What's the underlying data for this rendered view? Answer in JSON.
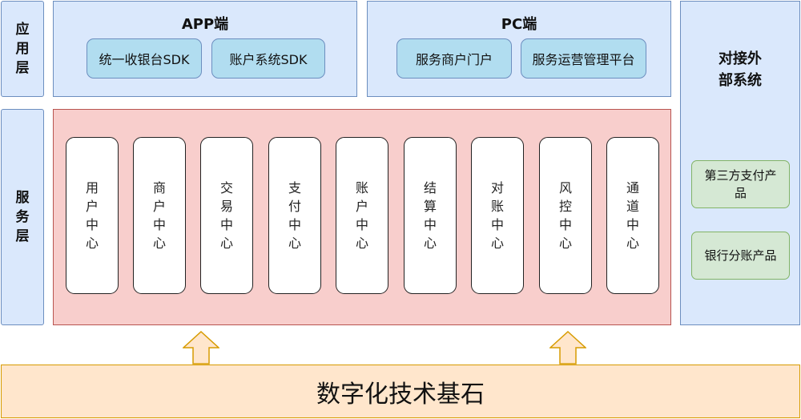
{
  "layers": {
    "application": "应用层",
    "service": "服务层"
  },
  "app_panel": {
    "title": "APP端",
    "items": [
      "统一收银台SDK",
      "账户系统SDK"
    ]
  },
  "pc_panel": {
    "title": "PC端",
    "items": [
      "服务商户门户",
      "服务运营管理平台"
    ]
  },
  "service_centers": [
    "用户中心",
    "商户中心",
    "交易中心",
    "支付中心",
    "账户中心",
    "结算中心",
    "对账中心",
    "风控中心",
    "通道中心"
  ],
  "external": {
    "title": "对接外部系统",
    "items": [
      "第三方支付产品",
      "银行分账产品"
    ]
  },
  "foundation": "数字化技术基石",
  "colors": {
    "blue_fill": "#dae8fc",
    "blue_stroke": "#6c8ebf",
    "chip_fill": "#b1ddf0",
    "red_fill": "#f8cecc",
    "green_fill": "#d5e8d4",
    "orange_fill": "#ffe6cc",
    "orange_stroke": "#d79b00"
  }
}
